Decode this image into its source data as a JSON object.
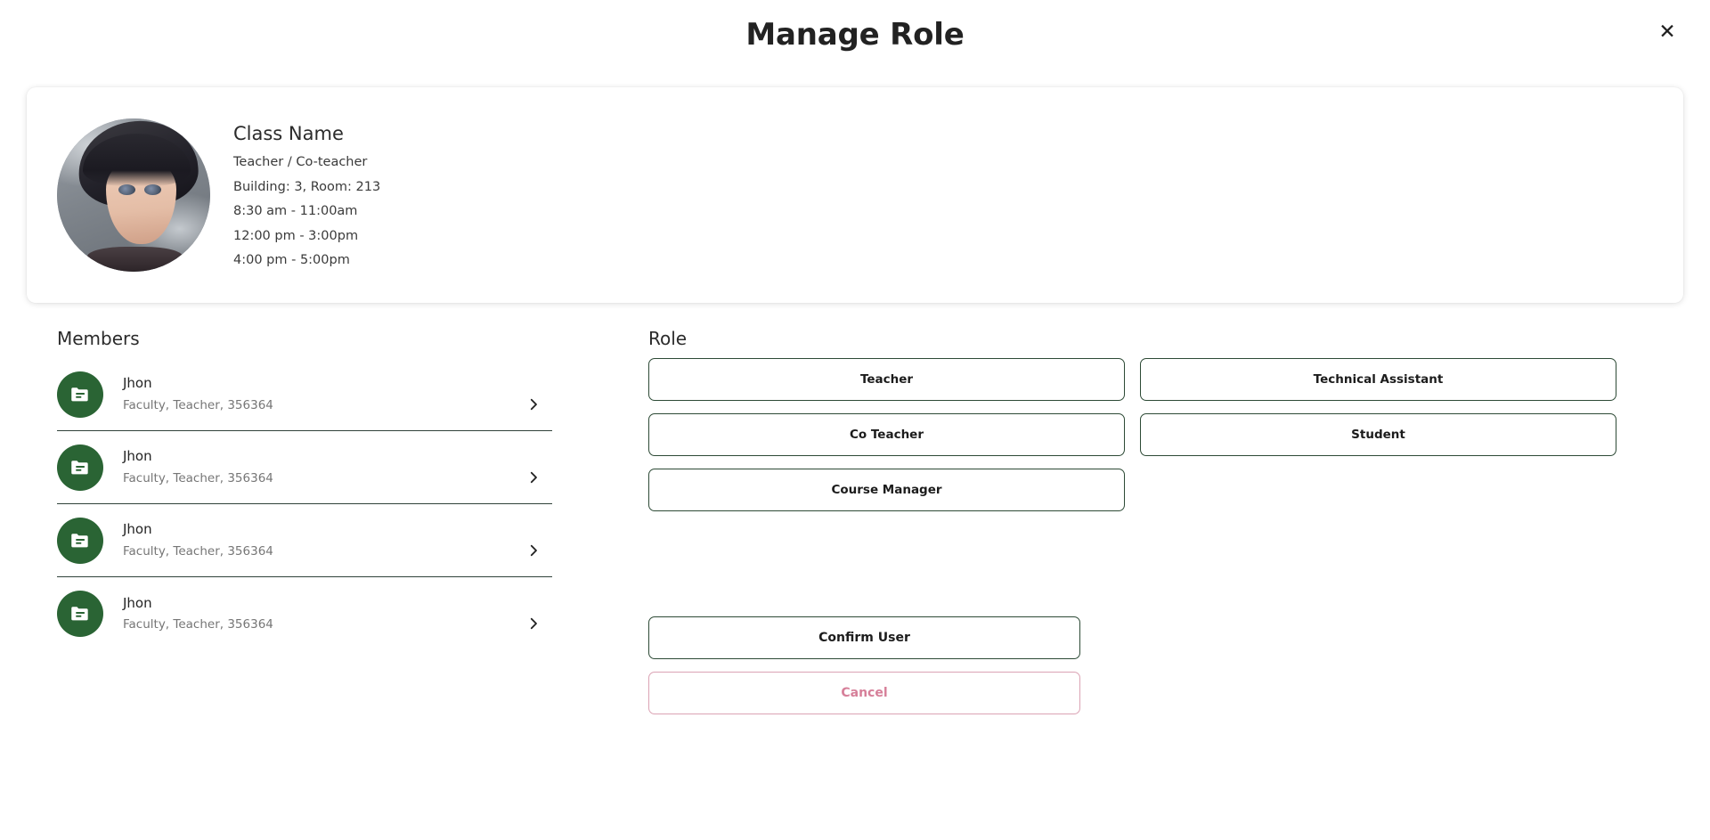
{
  "header": {
    "title": "Manage Role",
    "close_label": "✕"
  },
  "profile": {
    "avatar_alt": "class-avatar",
    "class_name": "Class Name",
    "role_line": "Teacher / Co-teacher",
    "location": "Building: 3, Room: 213",
    "schedule": [
      "8:30 am - 11:00am",
      "12:00 pm - 3:00pm",
      "4:00 pm - 5:00pm"
    ]
  },
  "members": {
    "label": "Members",
    "chevron_glyph": "›",
    "items": [
      {
        "name": "Jhon",
        "meta": "Faculty, Teacher, 356364"
      },
      {
        "name": "Jhon",
        "meta": "Faculty, Teacher, 356364"
      },
      {
        "name": "Jhon",
        "meta": "Faculty, Teacher, 356364"
      },
      {
        "name": "Jhon",
        "meta": "Faculty, Teacher, 356364"
      }
    ]
  },
  "role": {
    "label": "Role",
    "options": [
      "Teacher",
      "Technical Assistant",
      "Co Teacher",
      "Student",
      "Course Manager"
    ]
  },
  "actions": {
    "confirm_label": "Confirm User",
    "cancel_label": "Cancel"
  },
  "colors": {
    "brand_green": "#2a6434",
    "border_green": "#2d4a36",
    "cancel_pink": "#d67f99",
    "cancel_border": "#dba3b4",
    "text_dark": "#232323",
    "text_muted": "#767676"
  }
}
